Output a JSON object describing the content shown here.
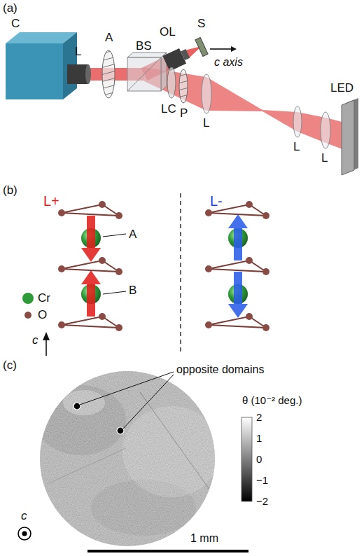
{
  "diagram": {
    "labels": [
      "(a)",
      "C",
      "L",
      "A",
      "BS",
      "OL",
      "S",
      "c axis",
      "LC",
      "P",
      "L",
      "L",
      "L",
      "LED",
      "(b)",
      "L+",
      "L-",
      "A",
      "B",
      "c",
      "(c)",
      "opposite domains",
      "θ (10⁻² deg.)",
      "2",
      "1",
      "0",
      "−1",
      "−2",
      "1 mm",
      "c"
    ],
    "legend": [
      {
        "text": "Cr",
        "color": "#2f9a3a"
      },
      {
        "text": "O",
        "color": "#8a4b45"
      }
    ]
  }
}
